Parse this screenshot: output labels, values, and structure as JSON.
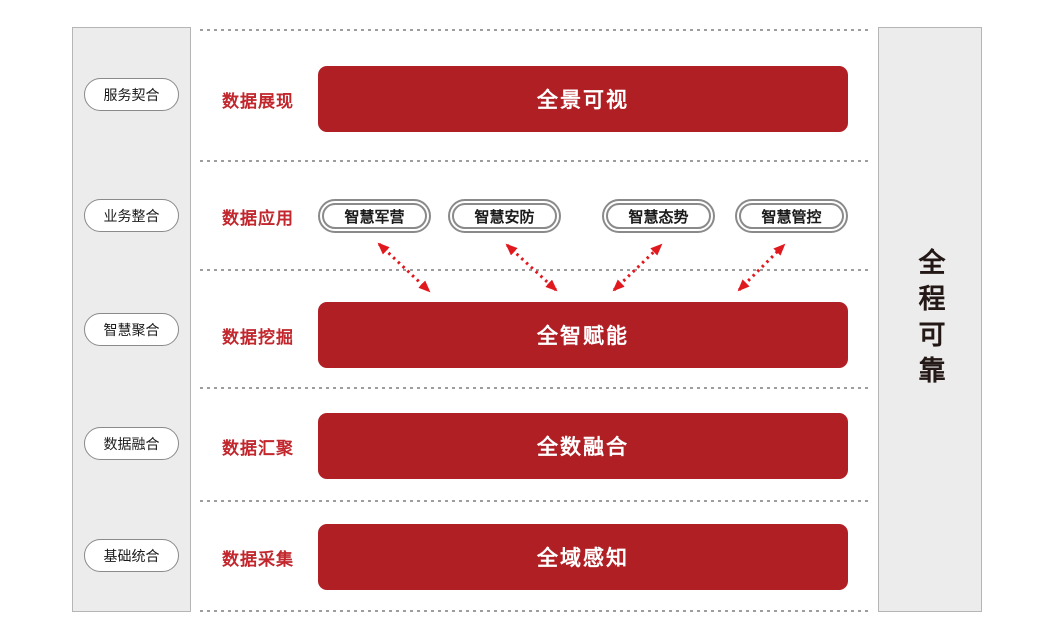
{
  "colors": {
    "page_bg": "#ffffff",
    "panel_bg": "#ececec",
    "panel_border": "#b5b5b5",
    "bar_red": "#b01f24",
    "label_red": "#c1272d",
    "arrow_red": "#e0191f",
    "pill_border": "#8a8a8a",
    "dotted_gray": "#9e9e9e",
    "dark_text": "#231815"
  },
  "left_column": {
    "items": [
      "服务契合",
      "业务整合",
      "智慧聚合",
      "数据融合",
      "基础统合"
    ]
  },
  "right_column": {
    "title": "全程可靠"
  },
  "rows": [
    {
      "layer_label": "数据展现",
      "bar_label": "全景可视"
    },
    {
      "layer_label": "数据应用",
      "pills": [
        "智慧军营",
        "智慧安防",
        "智慧态势",
        "智慧管控"
      ]
    },
    {
      "layer_label": "数据挖掘",
      "bar_label": "全智赋能"
    },
    {
      "layer_label": "数据汇聚",
      "bar_label": "全数融合"
    },
    {
      "layer_label": "数据采集",
      "bar_label": "全域感知"
    }
  ]
}
